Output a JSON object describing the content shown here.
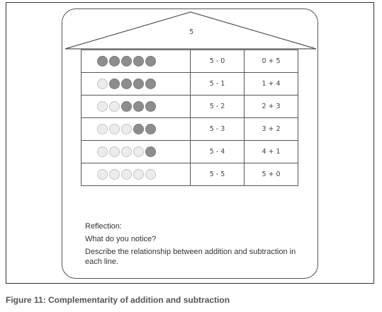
{
  "roof": {
    "label": "5"
  },
  "rows": [
    {
      "dots": [
        "dark",
        "dark",
        "dark",
        "dark",
        "dark"
      ],
      "subtraction": "5 - 0",
      "addition": "0 + 5"
    },
    {
      "dots": [
        "light",
        "dark",
        "dark",
        "dark",
        "dark"
      ],
      "subtraction": "5 - 1",
      "addition": "1 + 4"
    },
    {
      "dots": [
        "light",
        "light",
        "dark",
        "dark",
        "dark"
      ],
      "subtraction": "5 - 2",
      "addition": "2 + 3"
    },
    {
      "dots": [
        "light",
        "light",
        "light",
        "dark",
        "dark"
      ],
      "subtraction": "5 - 3",
      "addition": "3 + 2"
    },
    {
      "dots": [
        "light",
        "light",
        "light",
        "light",
        "dark"
      ],
      "subtraction": "5 - 4",
      "addition": "4 + 1"
    },
    {
      "dots": [
        "light",
        "light",
        "light",
        "light",
        "light"
      ],
      "subtraction": "5 - 5",
      "addition": "5 + 0"
    }
  ],
  "reflection": {
    "heading": "Reflection:",
    "question": "What do you notice?",
    "prompt": "Describe the relationship between addition and subtraction in each line."
  },
  "caption": "Figure 11: Complementarity of addition and subtraction",
  "colors": {
    "dot_dark": "#8d8d8d",
    "dot_light": "#ececec",
    "line": "#555555"
  }
}
